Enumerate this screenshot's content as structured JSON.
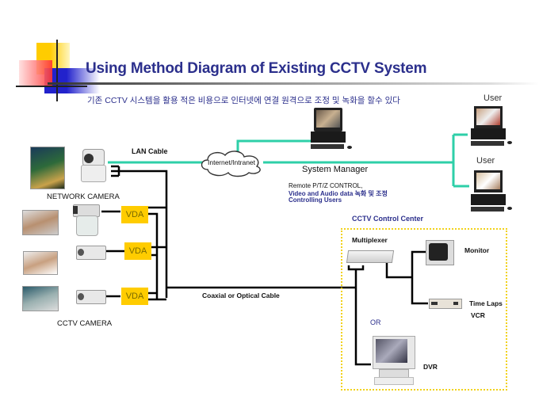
{
  "title": "Using Method Diagram of Existing CCTV System",
  "subtitle": "기존 CCTV 시스템을 활용 적은 비용으로 인터넷에 연결 원격으로 조정 및 녹화을 할수 있다",
  "colors": {
    "title": "#2b2f8c",
    "lan_cable": "#2ecfa8",
    "coax_cable": "#000000",
    "vda_fill": "#ffcc00",
    "control_center_border": "#f2d21a"
  },
  "labels": {
    "lan_cable": "LAN Cable",
    "cloud": "Internet/Intranet",
    "network_camera": "NETWORK CAMERA",
    "cctv_camera": "CCTV CAMERA",
    "coax_cable": "Coaxial or Optical Cable",
    "system_manager": "System Manager",
    "remote_line1": "Remote P/T/Z CONTROL,",
    "remote_line2": "Video and Audio data 녹화 및 조정",
    "remote_line3": "Controlling Users",
    "user1": "User",
    "user2": "User",
    "control_center": "CCTV Control Center",
    "multiplexer": "Multiplexer",
    "monitor": "Monitor",
    "time_laps": "Time Laps",
    "vcr": "VCR",
    "or": "OR",
    "dvr": "DVR"
  },
  "vda_units": [
    {
      "label": "VDA"
    },
    {
      "label": "VDA"
    },
    {
      "label": "VDA"
    }
  ],
  "icons": [
    "slide-logo-icon",
    "building-photo-icon",
    "ptz-network-camera-icon",
    "cloud-icon",
    "desktop-pc-icon",
    "box-camera-icon",
    "multiplexer-icon",
    "crt-monitor-icon",
    "vcr-icon",
    "dvr-computer-icon"
  ]
}
